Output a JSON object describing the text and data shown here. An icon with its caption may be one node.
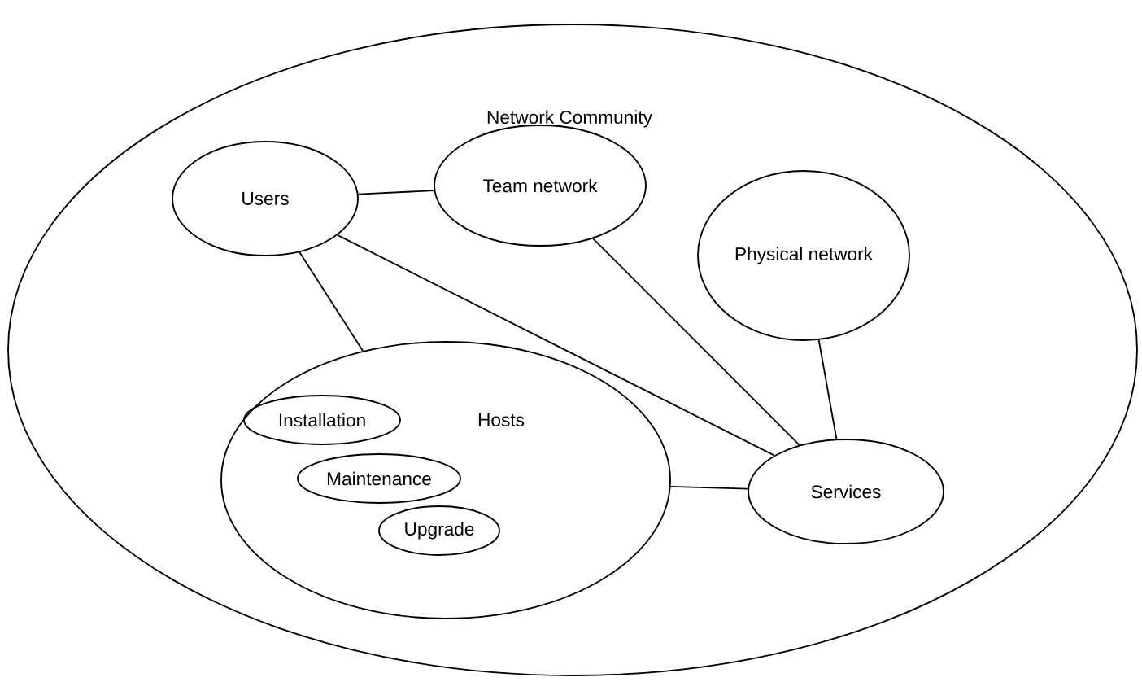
{
  "diagram": {
    "nodes": [
      {
        "text": [
          "Network Community"
        ]
      },
      {
        "text": [
          "Users"
        ],
        "in": 0
      },
      {
        "text": [
          "Team network"
        ],
        "in": 0
      },
      {
        "text": [
          "Physical network"
        ],
        "in": 0
      },
      {
        "text": [
          "Hosts"
        ],
        "in": 0
      },
      {
        "text": [
          "Installation"
        ],
        "in": 4
      },
      {
        "text": [
          "Maintenance"
        ],
        "in": 4
      },
      {
        "text": [
          "Upgrade"
        ],
        "in": 4
      },
      {
        "text": [
          "Services"
        ],
        "in": 0
      }
    ],
    "edges": [
      {
        "from": 1,
        "to": 2,
        "arrow": "none"
      },
      {
        "from": 1,
        "to": 4,
        "arrow": "none"
      },
      {
        "from": 1,
        "to": 8,
        "arrow": "none"
      },
      {
        "from": 2,
        "to": 8,
        "arrow": "none"
      },
      {
        "from": 3,
        "to": 8,
        "arrow": "none"
      },
      {
        "from": 4,
        "to": 8,
        "arrow": "none"
      }
    ]
  }
}
